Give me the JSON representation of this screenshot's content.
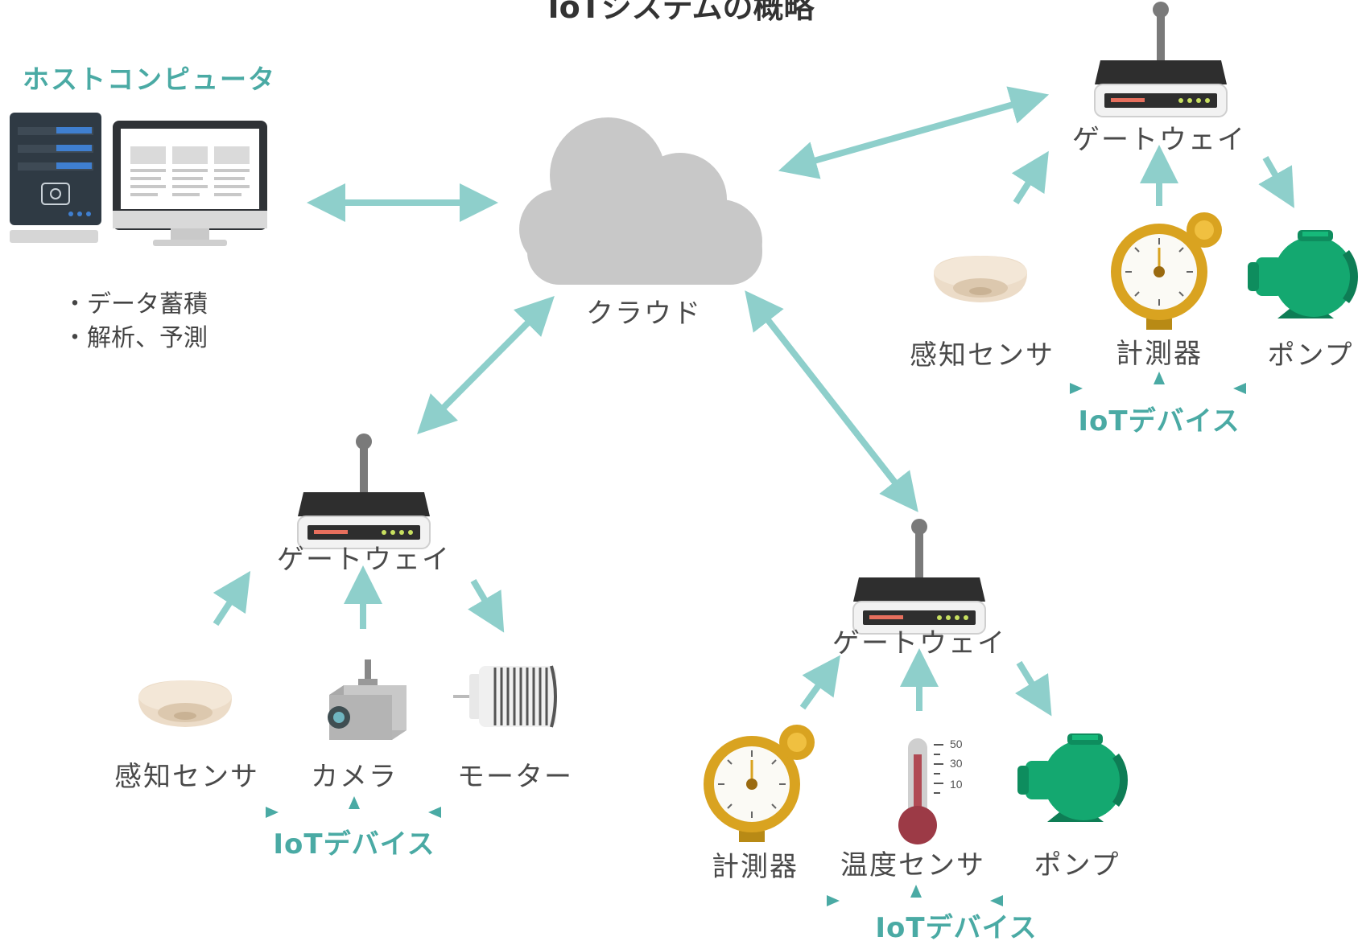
{
  "title": "IoTシステムの概略",
  "host": {
    "label": "ホストコンピュータ",
    "notes": [
      "データ蓄積",
      "解析、予測"
    ]
  },
  "cloud": {
    "label": "クラウド"
  },
  "gateways": [
    {
      "id": "top-right",
      "label": "ゲートウェイ",
      "devices": [
        "感知センサ",
        "計測器",
        "ポンプ"
      ],
      "group_label": "IoTデバイス"
    },
    {
      "id": "bottom-left",
      "label": "ゲートウェイ",
      "devices": [
        "感知センサ",
        "カメラ",
        "モーター"
      ],
      "group_label": "IoTデバイス"
    },
    {
      "id": "bottom-right",
      "label": "ゲートウェイ",
      "devices": [
        "計測器",
        "温度センサ",
        "ポンプ"
      ],
      "group_label": "IoTデバイス"
    }
  ],
  "thermometer_scale": [
    "50",
    "30",
    "10"
  ],
  "colors": {
    "arrow": "#8ecfcb",
    "teal_text": "#4aaaa4",
    "cloud": "#c8c8c8",
    "pump": "#14a870",
    "meter": "#d9a320",
    "router_body": "#2e2e2e"
  }
}
